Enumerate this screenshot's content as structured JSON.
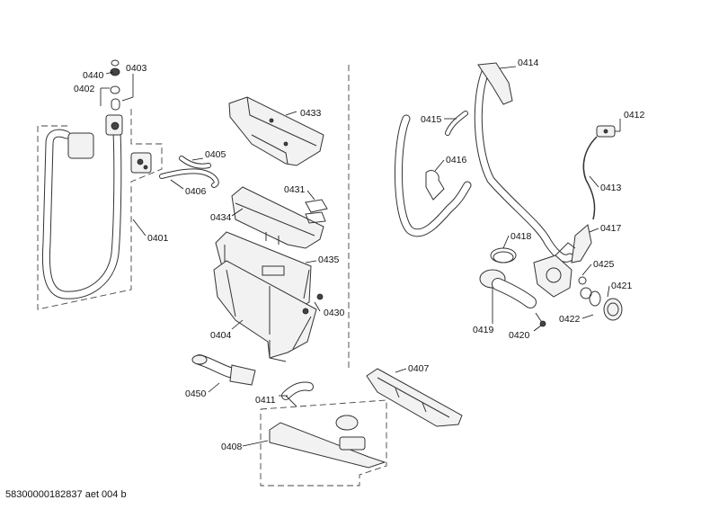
{
  "diagram": {
    "parts": {
      "p0440": "0440",
      "p0403": "0403",
      "p0402": "0402",
      "p0433": "0433",
      "p0414": "0414",
      "p0415": "0415",
      "p0412": "0412",
      "p0405": "0405",
      "p0406": "0406",
      "p0416": "0416",
      "p0431": "0431",
      "p0434": "0434",
      "p0413": "0413",
      "p0401": "0401",
      "p0418": "0418",
      "p0417": "0417",
      "p0435": "0435",
      "p0425": "0425",
      "p0421": "0421",
      "p0430": "0430",
      "p0419": "0419",
      "p0420": "0420",
      "p0422": "0422",
      "p0404": "0404",
      "p0407": "0407",
      "p0450": "0450",
      "p0411": "0411",
      "p0408": "0408"
    }
  },
  "footer": {
    "code": "58300000182837 aet 004 b"
  }
}
